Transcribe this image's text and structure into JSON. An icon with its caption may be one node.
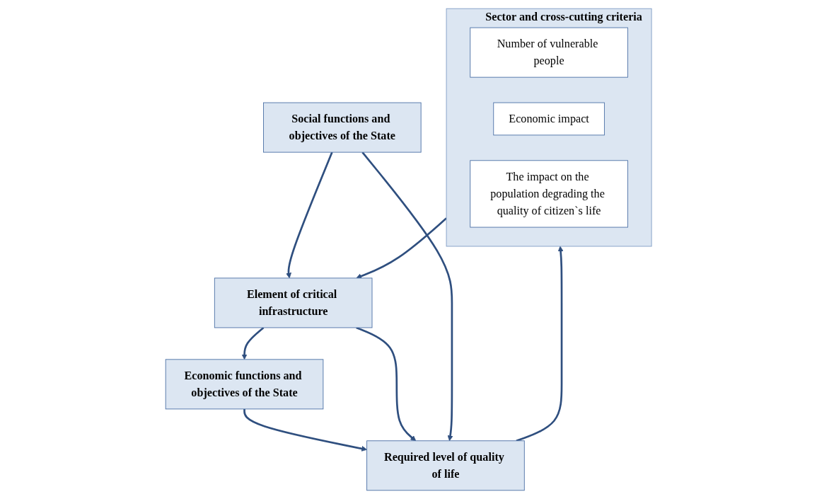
{
  "diagram": {
    "nodes": [
      {
        "text": [
          "Sector and cross-cutting criteria"
        ]
      },
      {
        "text": [
          "Number of vulnerable people"
        ],
        "in": 0
      },
      {
        "text": [
          "Economic impact"
        ],
        "in": 0
      },
      {
        "text": [
          "The impact on the population degrading the quality of citizen`s life"
        ],
        "in": 0
      },
      {
        "text": [
          "Economic functions and objectives of the State"
        ]
      },
      {
        "text": [
          "Element of critical infrastructure"
        ]
      },
      {
        "text": [
          "Social functions and objectives of the State"
        ]
      },
      {
        "text": [
          "Required level of quality of life"
        ]
      }
    ],
    "edges": [
      {
        "from": 0,
        "to": 5,
        "arrow": "to"
      },
      {
        "from": 5,
        "to": 4,
        "arrow": "to"
      },
      {
        "from": 6,
        "to": 5,
        "arrow": "to"
      },
      {
        "from": 4,
        "to": 7,
        "arrow": "to"
      },
      {
        "from": 5,
        "to": 7,
        "arrow": "to"
      },
      {
        "from": 6,
        "to": 7,
        "arrow": "to"
      },
      {
        "from": 7,
        "to": 0,
        "arrow": "to"
      }
    ]
  }
}
